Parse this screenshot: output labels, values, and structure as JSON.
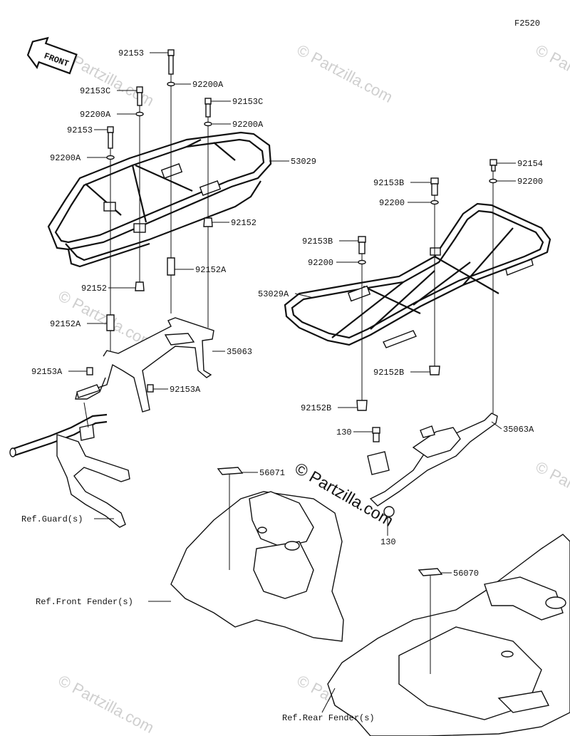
{
  "figure_code": "F2520",
  "front_arrow_label": "FRONT",
  "watermark": "© Partzilla.com",
  "labels": {
    "p92153_top": "92153",
    "p92200a_top": "92200A",
    "p92153c_left": "92153C",
    "p92153c_right": "92153C",
    "p92200a_left": "92200A",
    "p92200a_right": "92200A",
    "p92153_left": "92153",
    "p92200a_left2": "92200A",
    "p53029": "53029",
    "p92152_right": "92152",
    "p92152a_mid": "92152A",
    "p92152_left": "92152",
    "p92152a_left": "92152A",
    "p35063": "35063",
    "p92153a_left": "92153A",
    "p92153a_right": "92153A",
    "ref_guard": "Ref.Guard(s)",
    "p56071": "56071",
    "ref_front_fender": "Ref.Front Fender(s)",
    "p92154": "92154",
    "p92200_r1": "92200",
    "p92153b_1": "92153B",
    "p92200_r2": "92200",
    "p92153b_2": "92153B",
    "p92200_r3": "92200",
    "p53029a": "53029A",
    "p92152b_1": "92152B",
    "p92152b_2": "92152B",
    "p130_top": "130",
    "p35063a": "35063A",
    "p130_bottom": "130",
    "p56070": "56070",
    "ref_rear_fender": "Ref.Rear Fender(s)"
  }
}
